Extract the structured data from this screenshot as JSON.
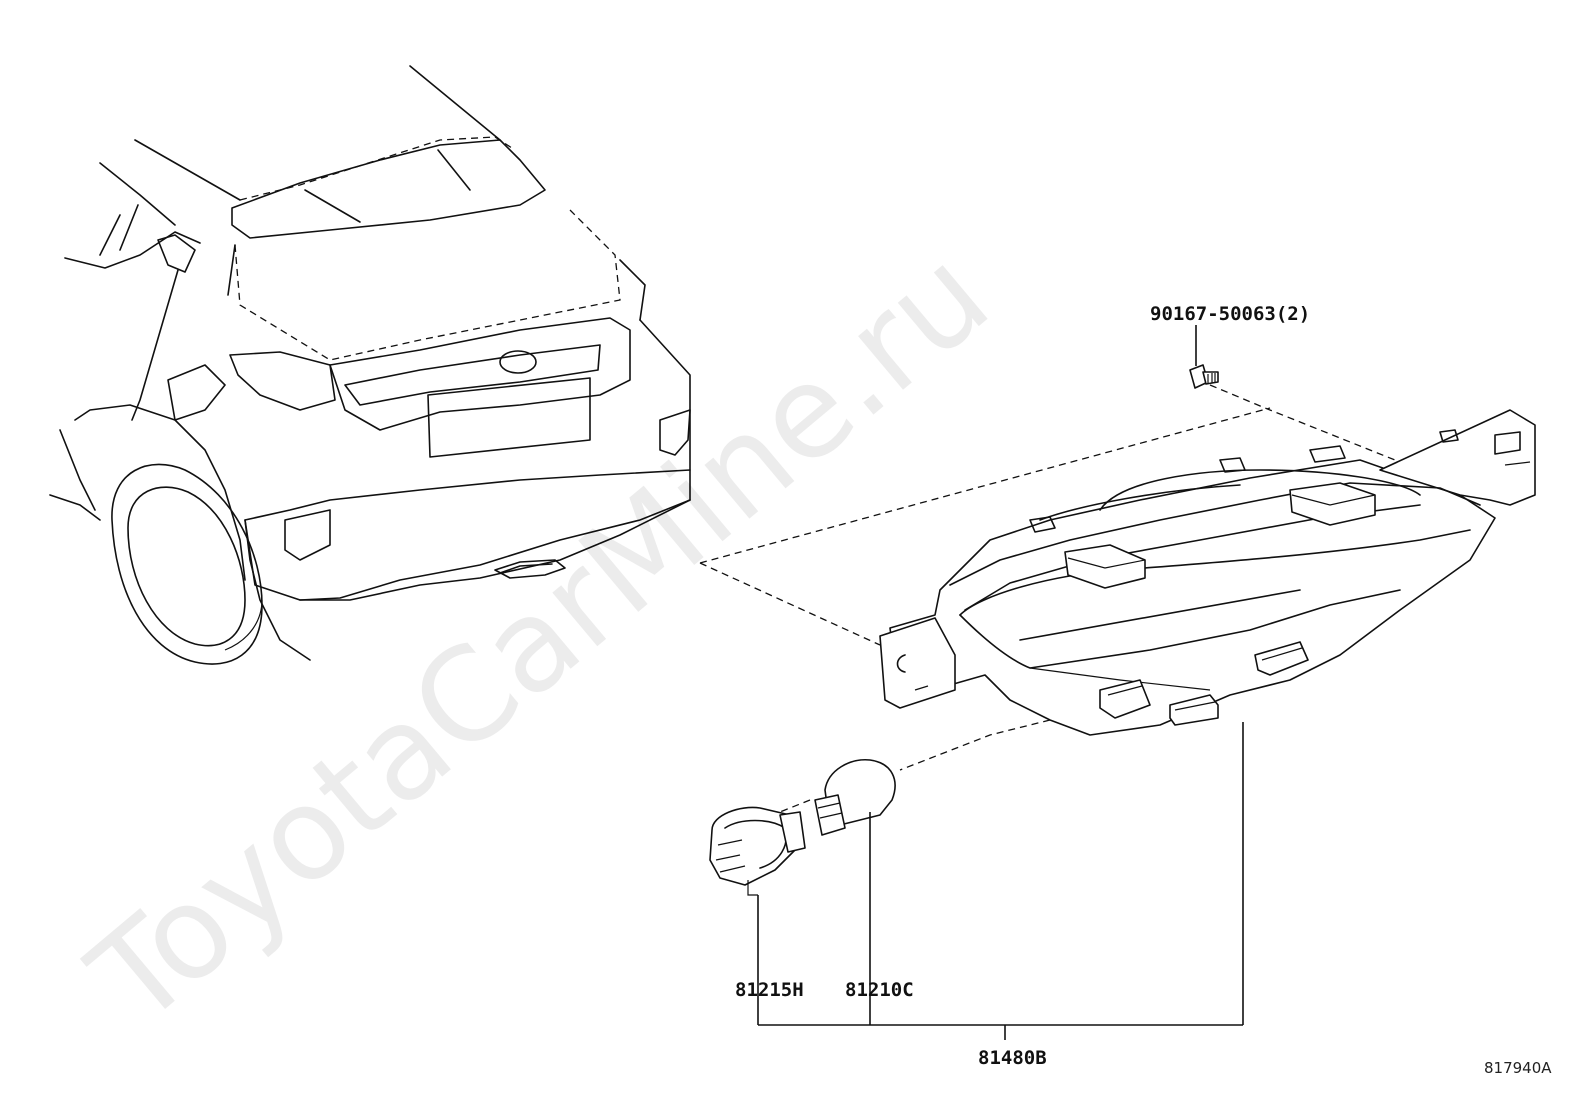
{
  "watermark": "ToyotaCarMine.ru",
  "diagram_ref": "817940A",
  "parts": {
    "bolt": "90167-50063(2)",
    "socket": "81215H",
    "bulb": "81210C",
    "lamp_assembly": "81480B"
  }
}
